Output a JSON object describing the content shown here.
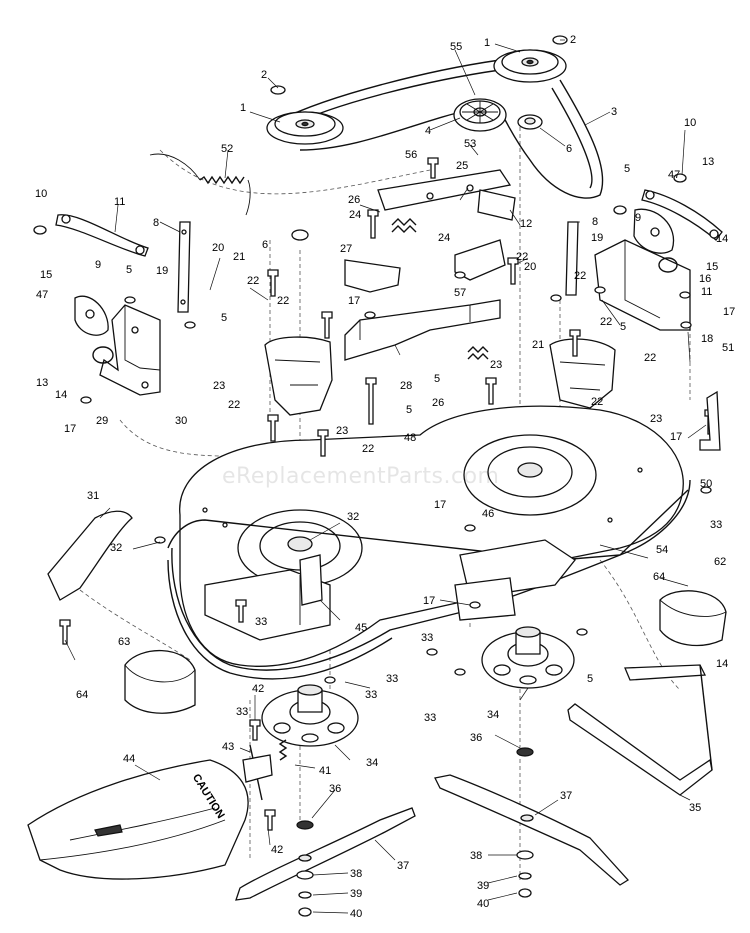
{
  "diagram": {
    "watermark": "eReplacementParts.com",
    "caution_label": "CAUTION",
    "callouts": [
      {
        "id": "c1",
        "text": "1"
      },
      {
        "id": "c2",
        "text": "2"
      },
      {
        "id": "c3",
        "text": "1"
      },
      {
        "id": "c4",
        "text": "2"
      },
      {
        "id": "c5",
        "text": "55"
      },
      {
        "id": "c6",
        "text": "3"
      },
      {
        "id": "c7",
        "text": "4"
      },
      {
        "id": "c8",
        "text": "53"
      },
      {
        "id": "c9",
        "text": "6"
      },
      {
        "id": "c10",
        "text": "52"
      },
      {
        "id": "c11",
        "text": "56"
      },
      {
        "id": "c12",
        "text": "25"
      },
      {
        "id": "c13",
        "text": "10"
      },
      {
        "id": "c14",
        "text": "47"
      },
      {
        "id": "c15",
        "text": "13"
      },
      {
        "id": "c16",
        "text": "5"
      },
      {
        "id": "c17",
        "text": "10"
      },
      {
        "id": "c18",
        "text": "11"
      },
      {
        "id": "c19",
        "text": "26"
      },
      {
        "id": "c20",
        "text": "24"
      },
      {
        "id": "c21",
        "text": "8"
      },
      {
        "id": "c22",
        "text": "6"
      },
      {
        "id": "c23",
        "text": "12"
      },
      {
        "id": "c24",
        "text": "24"
      },
      {
        "id": "c25",
        "text": "8"
      },
      {
        "id": "c26",
        "text": "9"
      },
      {
        "id": "c27",
        "text": "14"
      },
      {
        "id": "c28",
        "text": "20"
      },
      {
        "id": "c29",
        "text": "27"
      },
      {
        "id": "c30",
        "text": "19"
      },
      {
        "id": "c31",
        "text": "15"
      },
      {
        "id": "c32",
        "text": "21"
      },
      {
        "id": "c33",
        "text": "9"
      },
      {
        "id": "c34",
        "text": "5"
      },
      {
        "id": "c35",
        "text": "22"
      },
      {
        "id": "c36",
        "text": "20"
      },
      {
        "id": "c37",
        "text": "16"
      },
      {
        "id": "c38",
        "text": "15"
      },
      {
        "id": "c39",
        "text": "19"
      },
      {
        "id": "c40",
        "text": "11"
      },
      {
        "id": "c41",
        "text": "22"
      },
      {
        "id": "c42",
        "text": "47"
      },
      {
        "id": "c43",
        "text": "22"
      },
      {
        "id": "c44",
        "text": "57"
      },
      {
        "id": "c45",
        "text": "5"
      },
      {
        "id": "c46",
        "text": "17"
      },
      {
        "id": "c47",
        "text": "17"
      },
      {
        "id": "c48",
        "text": "22"
      },
      {
        "id": "c49",
        "text": "5"
      },
      {
        "id": "c50",
        "text": "18"
      },
      {
        "id": "c51",
        "text": "21"
      },
      {
        "id": "c52",
        "text": "22"
      },
      {
        "id": "c53",
        "text": "51"
      },
      {
        "id": "c54",
        "text": "13"
      },
      {
        "id": "c55",
        "text": "14"
      },
      {
        "id": "c56",
        "text": "29"
      },
      {
        "id": "c57",
        "text": "28"
      },
      {
        "id": "c58",
        "text": "23"
      },
      {
        "id": "c59",
        "text": "23"
      },
      {
        "id": "c60",
        "text": "5"
      },
      {
        "id": "c61",
        "text": "17"
      },
      {
        "id": "c62",
        "text": "30"
      },
      {
        "id": "c63",
        "text": "22"
      },
      {
        "id": "c64",
        "text": "26"
      },
      {
        "id": "c65",
        "text": "22"
      },
      {
        "id": "c66",
        "text": "23"
      },
      {
        "id": "c67",
        "text": "5"
      },
      {
        "id": "c68",
        "text": "23"
      },
      {
        "id": "c69",
        "text": "48"
      },
      {
        "id": "c70",
        "text": "22"
      },
      {
        "id": "c71",
        "text": "17"
      },
      {
        "id": "c72",
        "text": "22"
      },
      {
        "id": "c73",
        "text": "50"
      },
      {
        "id": "c74",
        "text": "31"
      },
      {
        "id": "c75",
        "text": "33"
      },
      {
        "id": "c76",
        "text": "32"
      },
      {
        "id": "c77",
        "text": "17"
      },
      {
        "id": "c78",
        "text": "46"
      },
      {
        "id": "c79",
        "text": "32"
      },
      {
        "id": "c80",
        "text": "54"
      },
      {
        "id": "c81",
        "text": "62"
      },
      {
        "id": "c82",
        "text": "64"
      },
      {
        "id": "c83",
        "text": "33"
      },
      {
        "id": "c84",
        "text": "45"
      },
      {
        "id": "c85",
        "text": "17"
      },
      {
        "id": "c86",
        "text": "33"
      },
      {
        "id": "c87",
        "text": "63"
      },
      {
        "id": "c88",
        "text": "14"
      },
      {
        "id": "c89",
        "text": "64"
      },
      {
        "id": "c90",
        "text": "33"
      },
      {
        "id": "c91",
        "text": "5"
      },
      {
        "id": "c92",
        "text": "33"
      },
      {
        "id": "c93",
        "text": "33"
      },
      {
        "id": "c94",
        "text": "42"
      },
      {
        "id": "c95",
        "text": "34"
      },
      {
        "id": "c96",
        "text": "33"
      },
      {
        "id": "c97",
        "text": "43"
      },
      {
        "id": "c98",
        "text": "36"
      },
      {
        "id": "c99",
        "text": "44"
      },
      {
        "id": "c100",
        "text": "34"
      },
      {
        "id": "c101",
        "text": "41"
      },
      {
        "id": "c102",
        "text": "35"
      },
      {
        "id": "c103",
        "text": "36"
      },
      {
        "id": "c104",
        "text": "37"
      },
      {
        "id": "c105",
        "text": "42"
      },
      {
        "id": "c106",
        "text": "37"
      },
      {
        "id": "c107",
        "text": "38"
      },
      {
        "id": "c108",
        "text": "38"
      },
      {
        "id": "c109",
        "text": "39"
      },
      {
        "id": "c110",
        "text": "39"
      },
      {
        "id": "c111",
        "text": "40"
      },
      {
        "id": "c112",
        "text": "40"
      }
    ]
  }
}
